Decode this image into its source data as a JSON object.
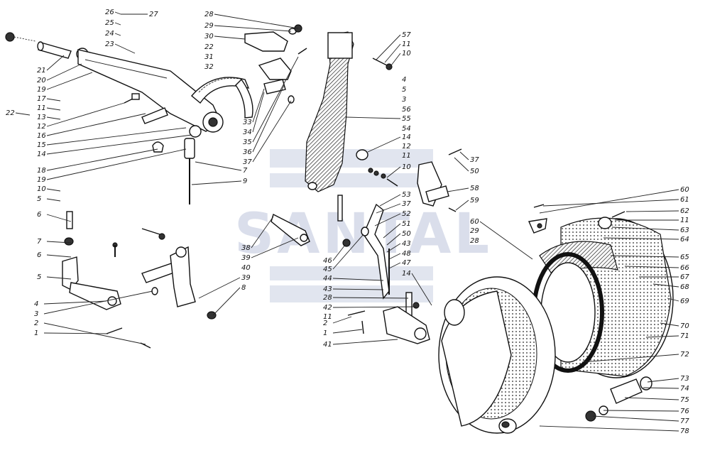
{
  "diagram": {
    "watermark": "SANTAL",
    "callouts_left_column": [
      "26",
      "25",
      "24",
      "23",
      "21",
      "20",
      "19",
      "22",
      "17",
      "11",
      "13",
      "12",
      "16",
      "15",
      "14",
      "18",
      "19",
      "10",
      "5",
      "6",
      "7",
      "6",
      "5",
      "4",
      "3",
      "2",
      "1"
    ],
    "callouts_top": [
      "27",
      "28",
      "29",
      "30",
      "22",
      "31",
      "32"
    ],
    "callouts_mid_pedal": [
      "33",
      "34",
      "35",
      "36",
      "37",
      "7",
      "9"
    ],
    "callouts_mid_rod": [
      "38",
      "39",
      "40",
      "39",
      "8"
    ],
    "callouts_mid_lower": [
      "46",
      "45",
      "44",
      "43",
      "28",
      "42",
      "11",
      "2",
      "1",
      "41"
    ],
    "callouts_pedal_right": [
      "57",
      "11",
      "10",
      "4",
      "5",
      "3",
      "56",
      "55",
      "54",
      "14",
      "12",
      "11",
      "10"
    ],
    "callouts_bracket": [
      "37",
      "50",
      "58",
      "59"
    ],
    "callouts_lever": [
      "53",
      "37",
      "52",
      "51",
      "50",
      "43",
      "48",
      "47",
      "14"
    ],
    "callouts_shoe_left": [
      "60",
      "29",
      "28"
    ],
    "callouts_right_column": [
      "60",
      "61",
      "62",
      "11",
      "63",
      "64",
      "65",
      "66",
      "67",
      "68",
      "69",
      "70",
      "71",
      "72",
      "73",
      "74",
      "75",
      "76",
      "77",
      "78"
    ]
  }
}
